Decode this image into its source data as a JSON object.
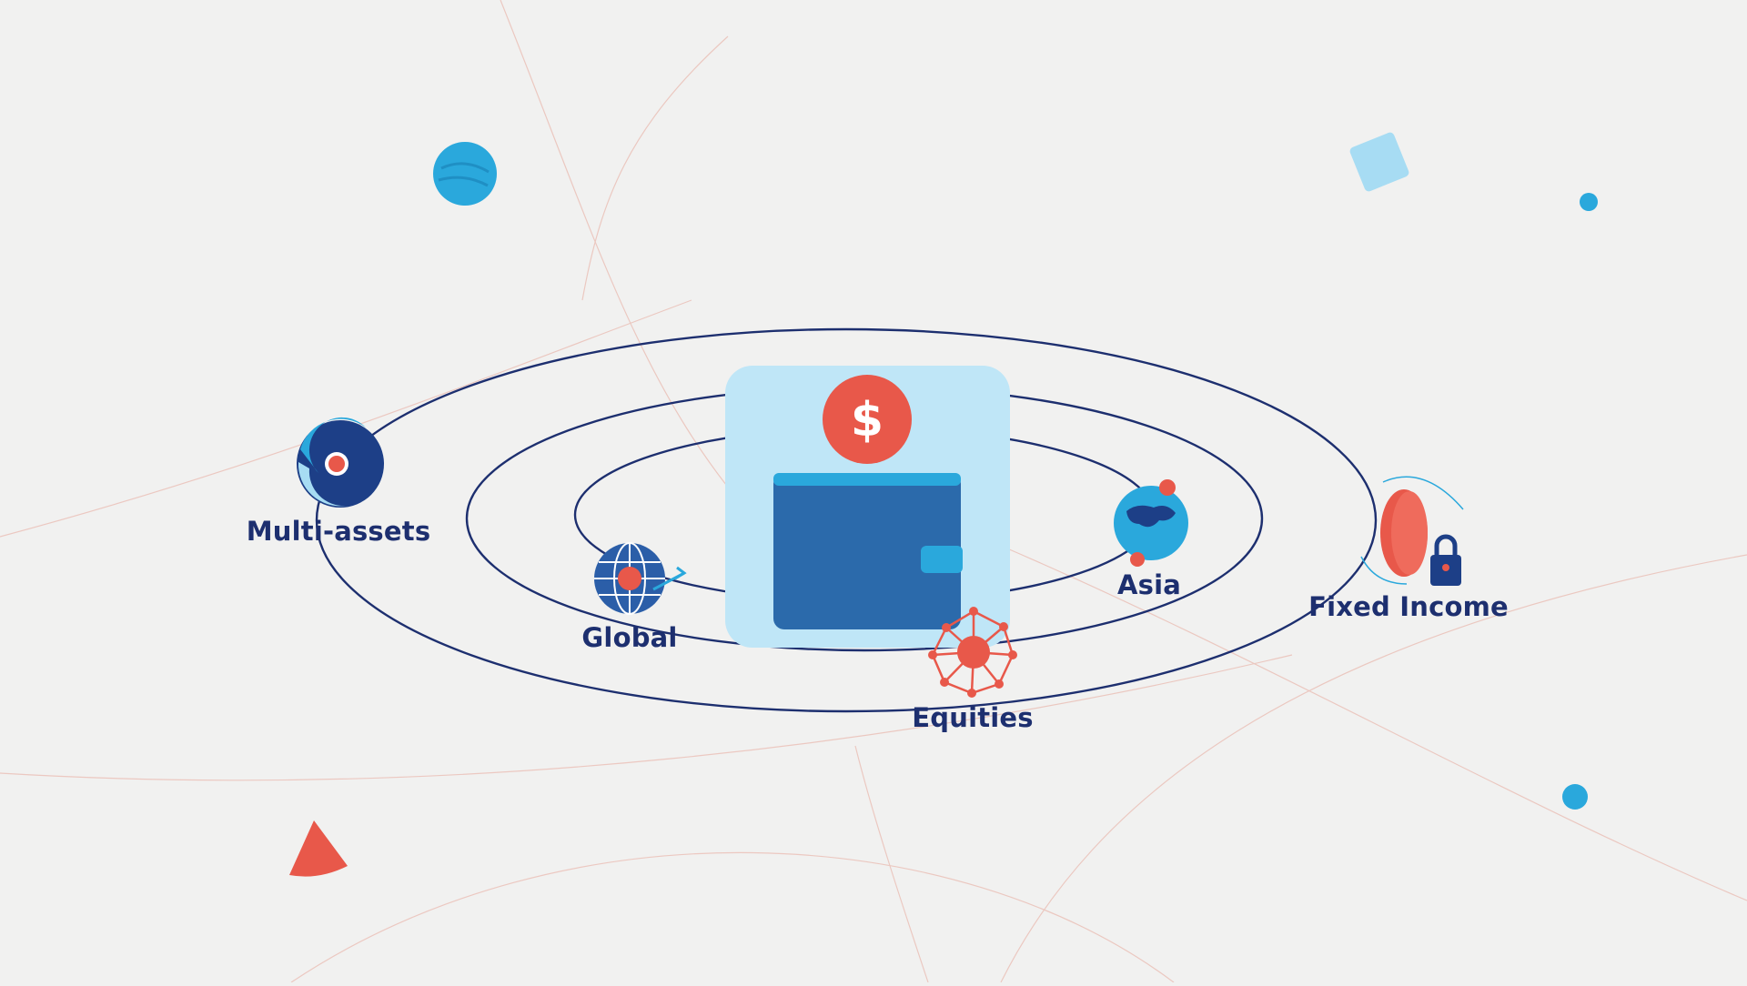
{
  "diagram": {
    "nodes": [
      {
        "id": "multi-assets",
        "label": "Multi-assets",
        "icon": "swirl-planet-icon"
      },
      {
        "id": "global",
        "label": "Global",
        "icon": "globe-icon"
      },
      {
        "id": "equities",
        "label": "Equities",
        "icon": "network-dollar-icon"
      },
      {
        "id": "asia",
        "label": "Asia",
        "icon": "asia-globe-icon"
      },
      {
        "id": "fixed-income",
        "label": "Fixed Income",
        "icon": "coin-lock-icon"
      }
    ],
    "center": {
      "icon": "wallet-icon",
      "coin_icon": "dollar-coin-icon",
      "coin_symbol": "$"
    }
  },
  "colors": {
    "background": "#f1f1f0",
    "navy": "#1d2f6f",
    "blue": "#2b6aab",
    "light_blue": "#bfe6f7",
    "sky": "#2aa8dc",
    "coral": "#e8584a"
  }
}
